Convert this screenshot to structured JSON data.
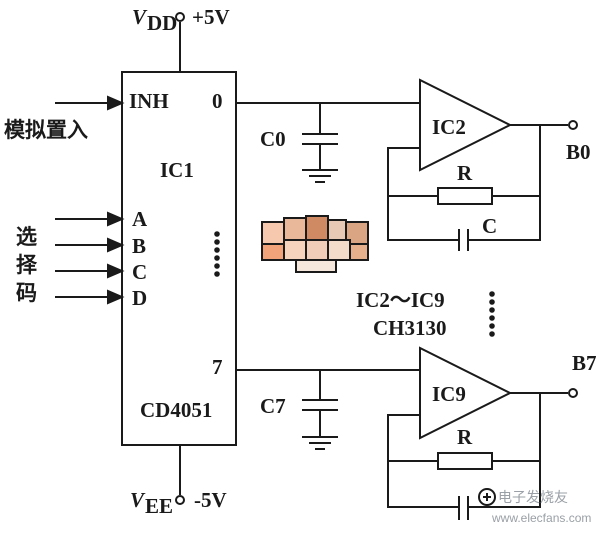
{
  "power": {
    "vdd_main": "V",
    "vdd_sub": "DD",
    "vdd_value": "+5V",
    "vee_main": "V",
    "vee_sub": "EE",
    "vee_value": "-5V"
  },
  "ic1": {
    "name": "IC1",
    "part": "CD4051",
    "pin_inh": "INH",
    "pin_out0": "0",
    "pin_out7": "7",
    "pin_a": "A",
    "pin_b": "B",
    "pin_c": "C",
    "pin_d": "D"
  },
  "inputs": {
    "analog_in": "模拟置入",
    "select_1": "选",
    "select_2": "择",
    "select_3": "码"
  },
  "caps": {
    "c0": "C0",
    "c7": "C7",
    "c": "C"
  },
  "amps": {
    "ic2": "IC2",
    "ic9": "IC9",
    "range": "IC2～IC9",
    "part": "CH3130",
    "r_top": "R",
    "r_bottom": "R"
  },
  "outputs": {
    "b0": "B0",
    "b7": "B7"
  },
  "watermark": {
    "title": "电子发烧友",
    "url": "www.elecfans.com"
  }
}
